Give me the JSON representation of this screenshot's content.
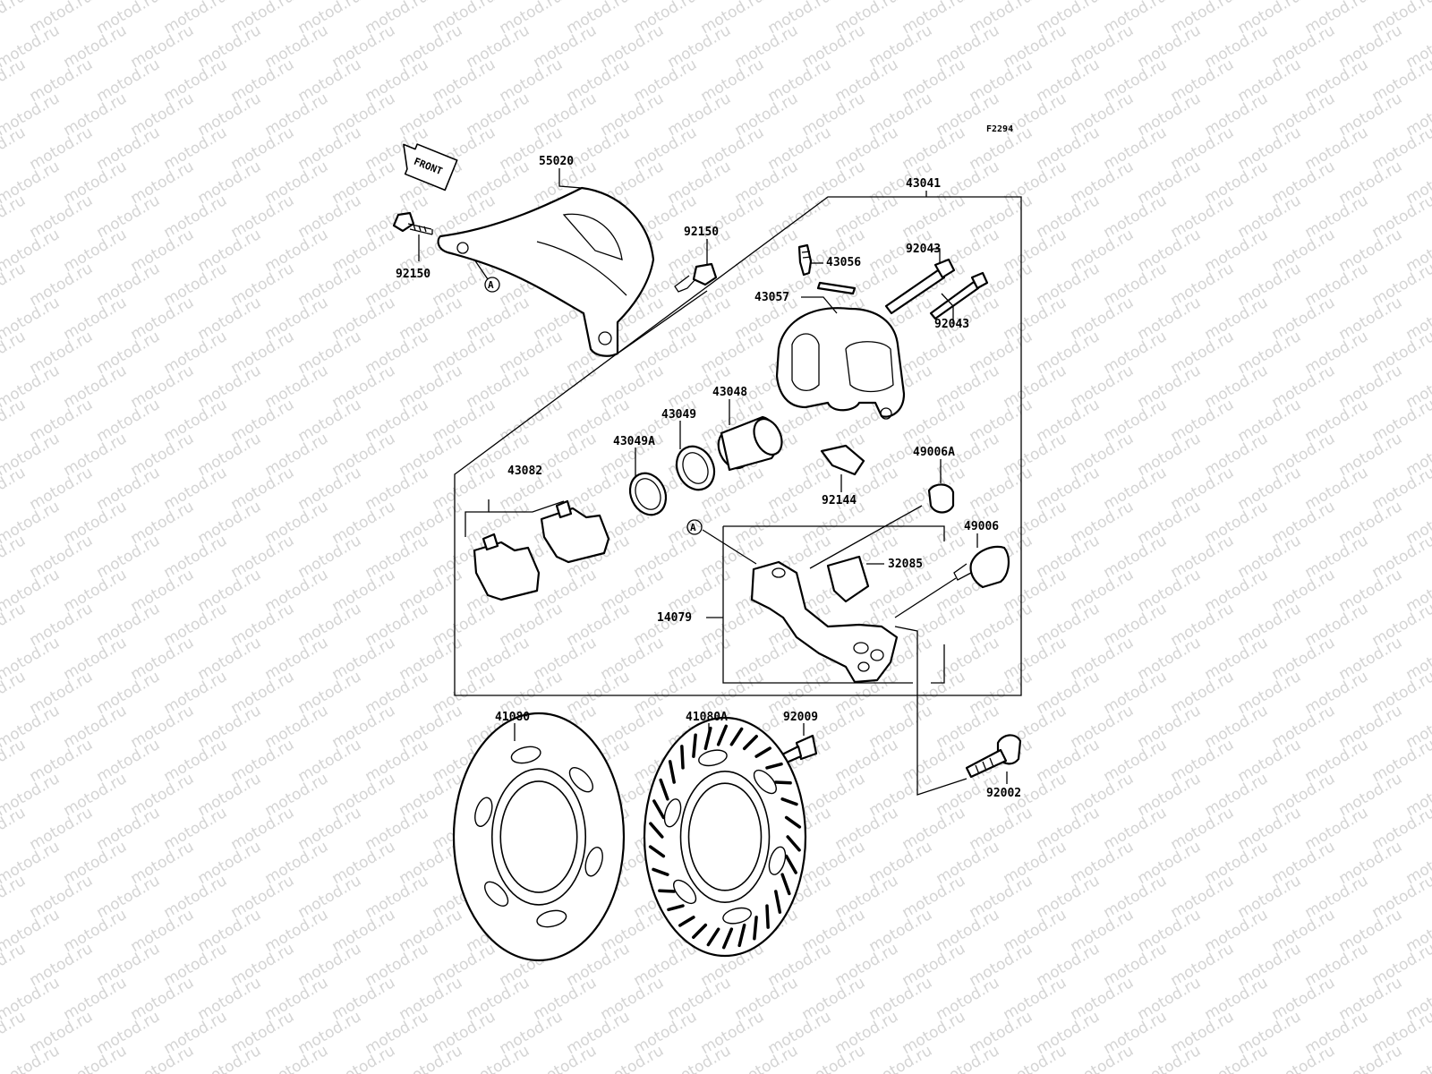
{
  "figure_code": "F2294",
  "watermark": "motod.ru",
  "front_arrow_label": "FRONT",
  "reference_marker": "A",
  "part_labels": {
    "p55020": "55020",
    "p92150_bolt": "92150",
    "p92150_bolt2": "92150",
    "p43041": "43041",
    "p92043_top": "92043",
    "p92043_bottom": "92043",
    "p43056": "43056",
    "p43057": "43057",
    "p43048": "43048",
    "p43049": "43049",
    "p43049A": "43049A",
    "p43082": "43082",
    "p49006A": "49006A",
    "p92144": "92144",
    "p49006": "49006",
    "p32085": "32085",
    "p14079": "14079",
    "p41080": "41080",
    "p41080A": "41080A",
    "p92009": "92009",
    "p92002": "92002"
  }
}
